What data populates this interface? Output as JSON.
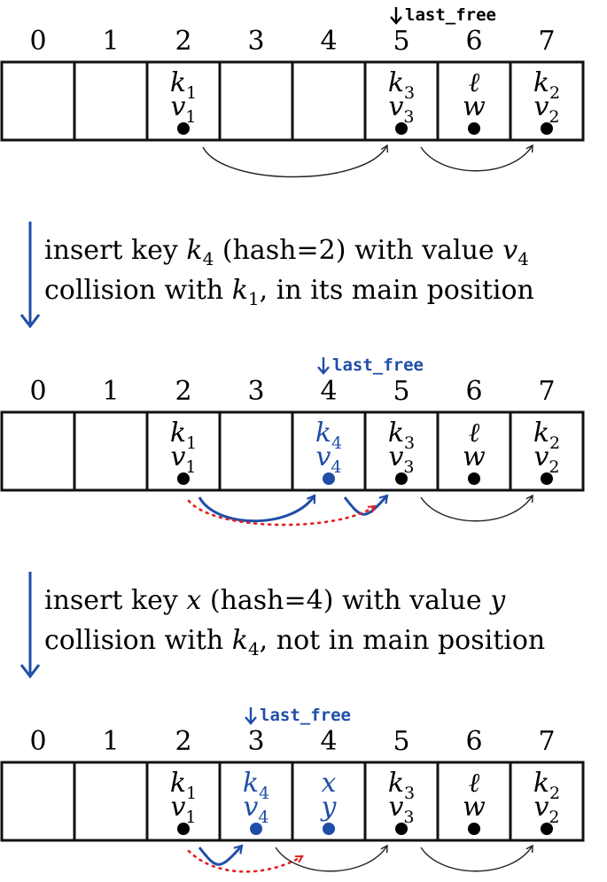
{
  "colors": {
    "ink": "#000000",
    "accent": "#1f4ea8",
    "red": "#e02020",
    "border": "#111111"
  },
  "pointer_label": "last_free",
  "indices": [
    "0",
    "1",
    "2",
    "3",
    "4",
    "5",
    "6",
    "7"
  ],
  "steps": [
    {
      "last_free": 5,
      "slots": [
        null,
        null,
        {
          "key": "k",
          "key_sub": "1",
          "val": "v",
          "val_sub": "1",
          "color": "black"
        },
        null,
        null,
        {
          "key": "k",
          "key_sub": "3",
          "val": "v",
          "val_sub": "3",
          "color": "black"
        },
        {
          "key": "ℓ",
          "key_sub": "",
          "val": "w",
          "val_sub": "",
          "color": "black"
        },
        {
          "key": "k",
          "key_sub": "2",
          "val": "v",
          "val_sub": "2",
          "color": "black"
        }
      ],
      "links": [
        {
          "from": 2,
          "to": 5,
          "style": "black"
        },
        {
          "from": 5,
          "to": 7,
          "style": "black"
        }
      ]
    },
    {
      "last_free": 4,
      "slots": [
        null,
        null,
        {
          "key": "k",
          "key_sub": "1",
          "val": "v",
          "val_sub": "1",
          "color": "black"
        },
        null,
        {
          "key": "k",
          "key_sub": "4",
          "val": "v",
          "val_sub": "4",
          "color": "blue"
        },
        {
          "key": "k",
          "key_sub": "3",
          "val": "v",
          "val_sub": "3",
          "color": "black"
        },
        {
          "key": "ℓ",
          "key_sub": "",
          "val": "w",
          "val_sub": "",
          "color": "black"
        },
        {
          "key": "k",
          "key_sub": "2",
          "val": "v",
          "val_sub": "2",
          "color": "black"
        }
      ],
      "links": [
        {
          "from": 2,
          "to": 4,
          "style": "blue"
        },
        {
          "from": 4,
          "to": 5,
          "style": "blue"
        },
        {
          "from": 2,
          "to": 5,
          "style": "red"
        },
        {
          "from": 5,
          "to": 7,
          "style": "black"
        }
      ]
    },
    {
      "last_free": 3,
      "slots": [
        null,
        null,
        {
          "key": "k",
          "key_sub": "1",
          "val": "v",
          "val_sub": "1",
          "color": "black"
        },
        {
          "key": "k",
          "key_sub": "4",
          "val": "v",
          "val_sub": "4",
          "color": "blue"
        },
        {
          "key": "x",
          "key_sub": "",
          "val": "y",
          "val_sub": "",
          "color": "blue"
        },
        {
          "key": "k",
          "key_sub": "3",
          "val": "v",
          "val_sub": "3",
          "color": "black"
        },
        {
          "key": "ℓ",
          "key_sub": "",
          "val": "w",
          "val_sub": "",
          "color": "black"
        },
        {
          "key": "k",
          "key_sub": "2",
          "val": "v",
          "val_sub": "2",
          "color": "black"
        }
      ],
      "links": [
        {
          "from": 2,
          "to": 3,
          "style": "blue"
        },
        {
          "from": 2,
          "to": 4,
          "style": "red"
        },
        {
          "from": 3,
          "to": 5,
          "style": "black"
        },
        {
          "from": 5,
          "to": 7,
          "style": "black"
        }
      ]
    }
  ],
  "transitions": [
    {
      "line1": [
        {
          "t": "insert key "
        },
        {
          "t": "k",
          "m": true
        },
        {
          "t": "4",
          "sub": true
        },
        {
          "t": " (hash=2) with value "
        },
        {
          "t": "v",
          "m": true
        },
        {
          "t": "4",
          "sub": true
        }
      ],
      "line2": [
        {
          "t": "collision with "
        },
        {
          "t": "k",
          "m": true
        },
        {
          "t": "1",
          "sub": true
        },
        {
          "t": ", in its main position"
        }
      ]
    },
    {
      "line1": [
        {
          "t": "insert key "
        },
        {
          "t": "x",
          "m": true
        },
        {
          "t": " (hash=4) with value "
        },
        {
          "t": "y",
          "m": true
        }
      ],
      "line2": [
        {
          "t": "collision with "
        },
        {
          "t": "k",
          "m": true
        },
        {
          "t": "4",
          "sub": true
        },
        {
          "t": ", not in main position"
        }
      ]
    }
  ]
}
